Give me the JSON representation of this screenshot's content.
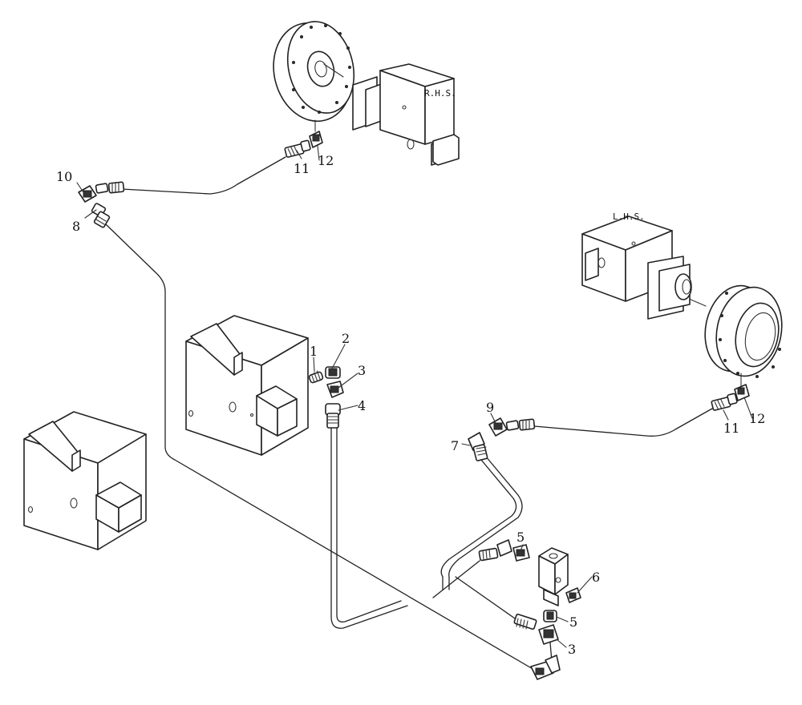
{
  "labels": {
    "rhs": "R.H.S.",
    "lhs": "L.H.S."
  },
  "callouts": {
    "c1": "1",
    "c2": "2",
    "c3_top": "3",
    "c4": "4",
    "c3_bottom": "3",
    "c5_top": "5",
    "c5_bottom": "5",
    "c6": "6",
    "c7": "7",
    "c8": "8",
    "c9": "9",
    "c10": "10",
    "c11_rhs": "11",
    "c12_rhs": "12",
    "c11_lhs": "11",
    "c12_lhs": "12"
  }
}
